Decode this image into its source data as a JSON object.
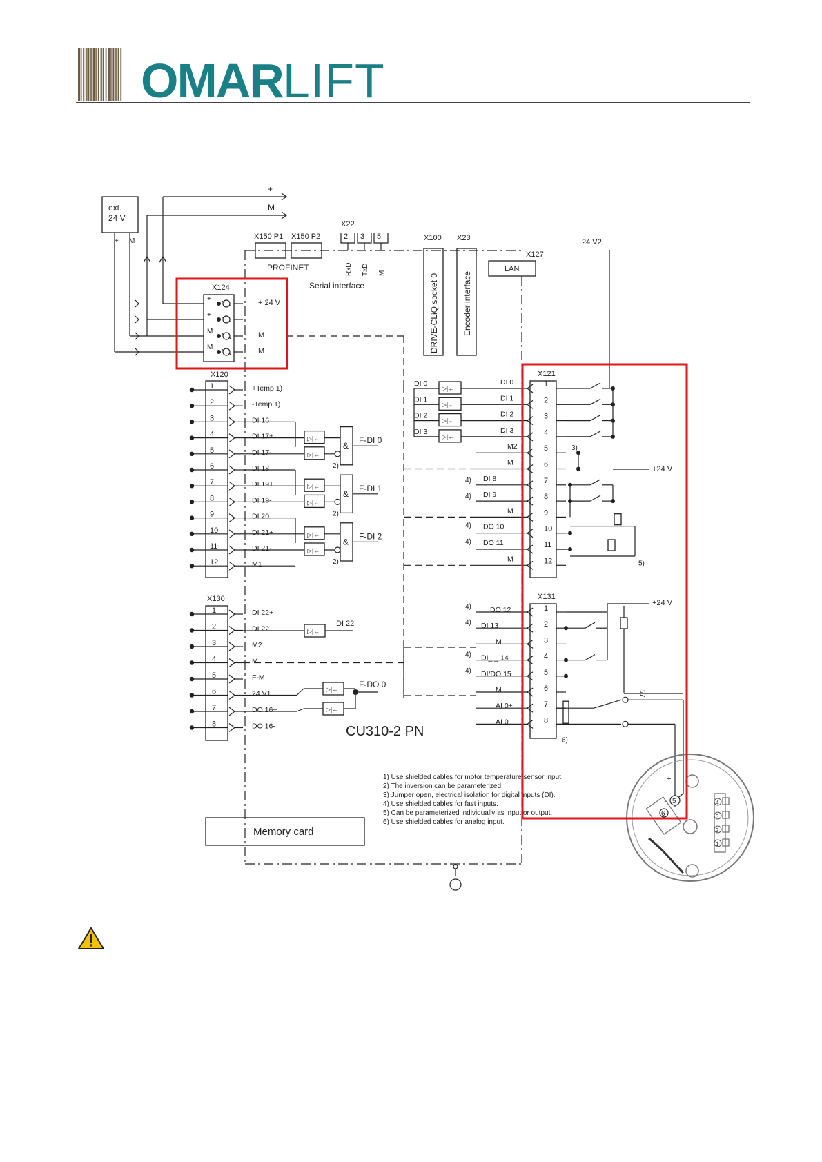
{
  "header": {
    "brand_bold": "OMAR",
    "brand_light": "LIFT"
  },
  "diagram": {
    "model": "CU310-2 PN",
    "memory_card": "Memory card",
    "ext_supply": [
      "ext.",
      "24 V"
    ],
    "top_bus": {
      "plus": "+",
      "m": "M"
    },
    "ext_pins": {
      "plus": "+",
      "m": "M"
    },
    "x150": [
      "X150 P1",
      "X150 P2"
    ],
    "profinet": "PROFINET",
    "x22": {
      "name": "X22",
      "pins": [
        "2",
        "3",
        "5"
      ],
      "signals": [
        "RxD",
        "TxD",
        "M"
      ]
    },
    "serial_interface": "Serial interface",
    "x100": "X100",
    "x23": "X23",
    "drive_cliq": "DRIVE-CLiQ socket 0",
    "encoder": "Encoder interface",
    "x127": "X127",
    "lan": "LAN",
    "v24v2": "24 V2",
    "plus24v": "+24 V",
    "x124": {
      "name": "X124",
      "pins": [
        "+",
        "+",
        "M",
        "M"
      ],
      "labels": [
        "+ 24 V",
        "",
        "M",
        "M"
      ]
    },
    "x120": {
      "name": "X120",
      "pins": [
        "1",
        "2",
        "3",
        "4",
        "5",
        "6",
        "7",
        "8",
        "9",
        "10",
        "11",
        "12"
      ],
      "labels": [
        "+Temp  1)",
        "-Temp  1)",
        "DI 16",
        "DI 17+",
        "DI 17-",
        "DI 18",
        "DI 19+",
        "DI 19-",
        "DI 20",
        "DI 21+",
        "DI 21-",
        "M1"
      ]
    },
    "fdi": [
      "F-DI 0",
      "F-DI 1",
      "F-DI 2"
    ],
    "and_symbol": "&",
    "note2": "2)",
    "x130": {
      "name": "X130",
      "pins": [
        "1",
        "2",
        "3",
        "4",
        "5",
        "6",
        "7",
        "8"
      ],
      "labels": [
        "DI 22+",
        "DI 22-",
        "M2",
        "M",
        "F-M",
        "24 V1",
        "DO 16+",
        "DO 16-"
      ]
    },
    "di22": "DI 22",
    "fdo0": "F-DO 0",
    "x121": {
      "name": "X121",
      "pins": [
        "1",
        "2",
        "3",
        "4",
        "5",
        "6",
        "7",
        "8",
        "9",
        "10",
        "11",
        "12"
      ],
      "labels": [
        "DI 0",
        "DI 1",
        "DI 2",
        "DI 3",
        "M2",
        "M",
        "DI      8",
        "DI      9",
        "M",
        "DO 10",
        "DO 11",
        "M"
      ]
    },
    "di_left": [
      "DI 0",
      "DI 1",
      "DI 2",
      "DI 3"
    ],
    "x131": {
      "name": "X131",
      "pins": [
        "1",
        "2",
        "3",
        "4",
        "5",
        "6",
        "7",
        "8"
      ],
      "labels": [
        "DO 12",
        "DI        13",
        "M",
        "DI_  _ 14",
        "DI/DO 15",
        "M",
        "AI 0+",
        "AI 0-"
      ]
    },
    "note_refs": [
      "3)",
      "4)",
      "5)",
      "6)"
    ],
    "footnotes": [
      "1) Use shielded cables for motor temperature sensor input.",
      "2) The inversion can be parameterized.",
      "3) Jumper open, electrical isolation for digital inputs (DI).",
      "4) Use shielded cables for fast inputs.",
      "5) Can be parameterized individually as input or output.",
      "6) Use shielded cables for analog input."
    ],
    "sensor_pins": [
      "+",
      "-",
      "5",
      "6"
    ],
    "connector_numbers": [
      "4",
      "3",
      "2",
      "1"
    ]
  },
  "colors": {
    "brand": "#1b7f86",
    "highlight": "#e0161b",
    "line": "#222222",
    "warning": "#f2c200"
  },
  "icons": {
    "warning": "warning-triangle-icon",
    "logo": "striped-logo-icon",
    "ground": "ground-icon"
  }
}
